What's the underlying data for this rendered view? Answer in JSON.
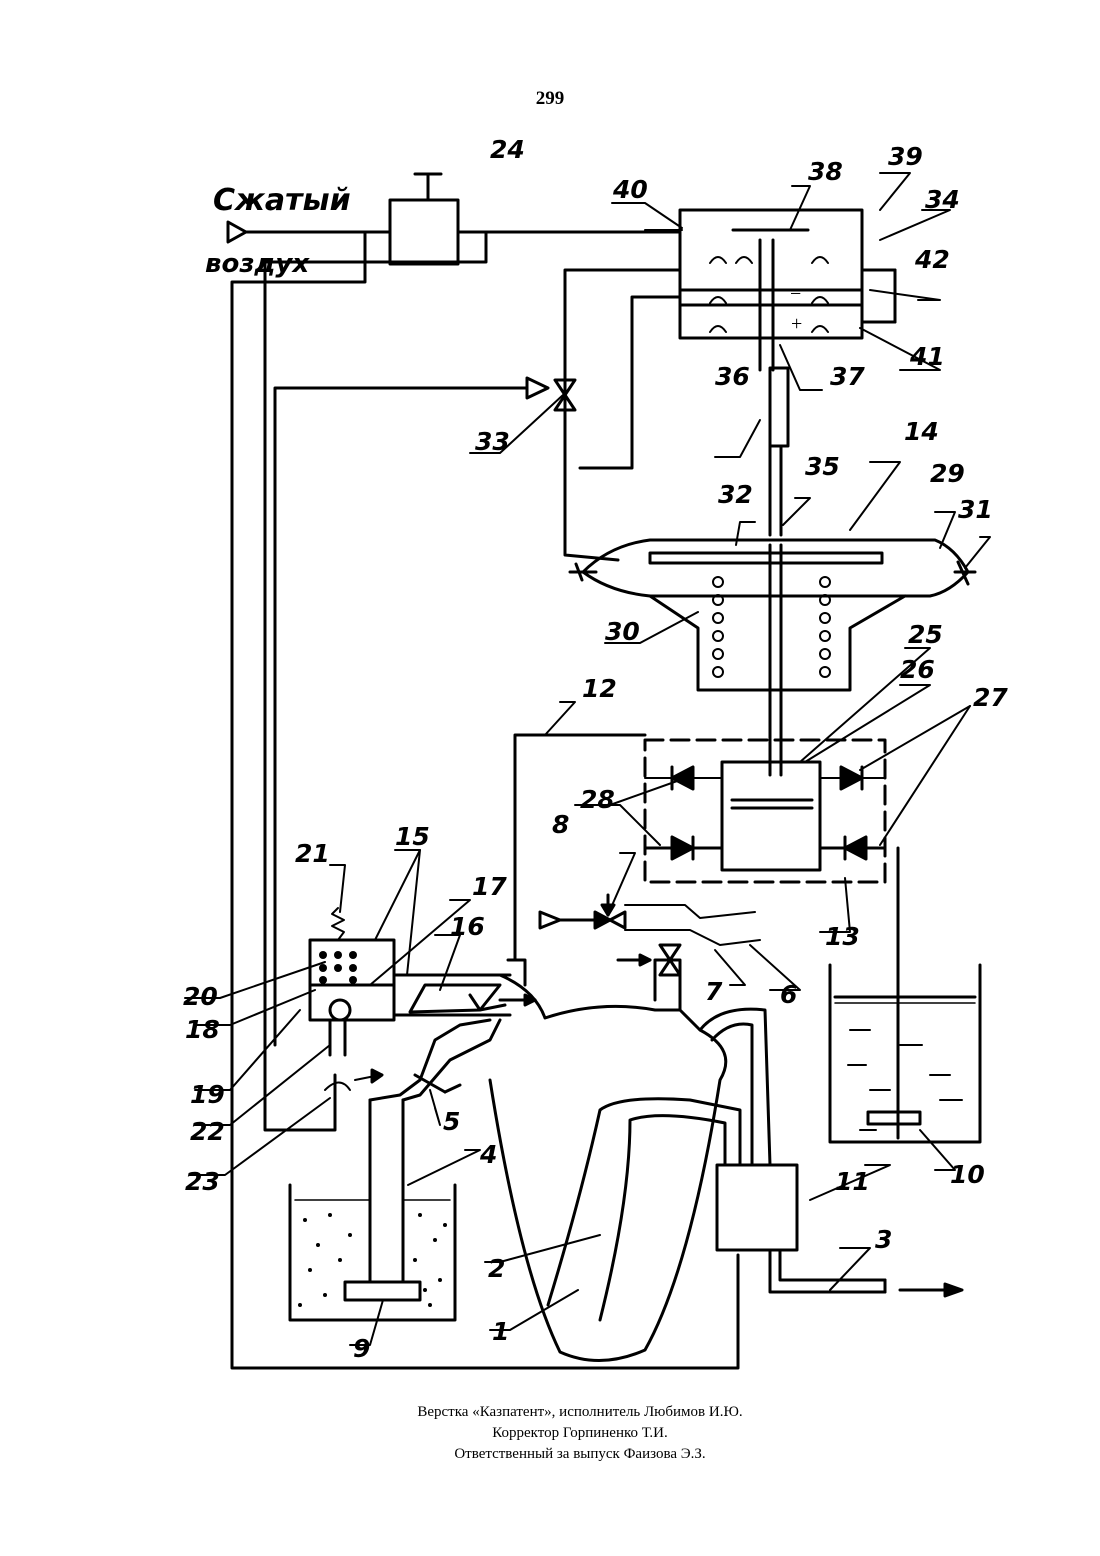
{
  "page": {
    "number": "299"
  },
  "figure": {
    "inscription_line1": "Сжатый",
    "inscription_line2": "воздух",
    "labels": [
      "1",
      "2",
      "3",
      "4",
      "5",
      "6",
      "7",
      "8",
      "9",
      "10",
      "11",
      "12",
      "13",
      "14",
      "15",
      "16",
      "17",
      "18",
      "19",
      "20",
      "21",
      "22",
      "23",
      "24",
      "25",
      "26",
      "27",
      "28",
      "29",
      "30",
      "31",
      "32",
      "33",
      "34",
      "35",
      "36",
      "37",
      "38",
      "39",
      "40",
      "41",
      "42"
    ],
    "symbols": {
      "plus": "+",
      "minus": "−"
    }
  },
  "footer": {
    "line1": "Верстка «Казпатент», исполнитель Любимов И.Ю.",
    "line2": "Корректор Горпиненко Т.И.",
    "line3": "Ответственный за выпуск Фаизова Э.З."
  }
}
